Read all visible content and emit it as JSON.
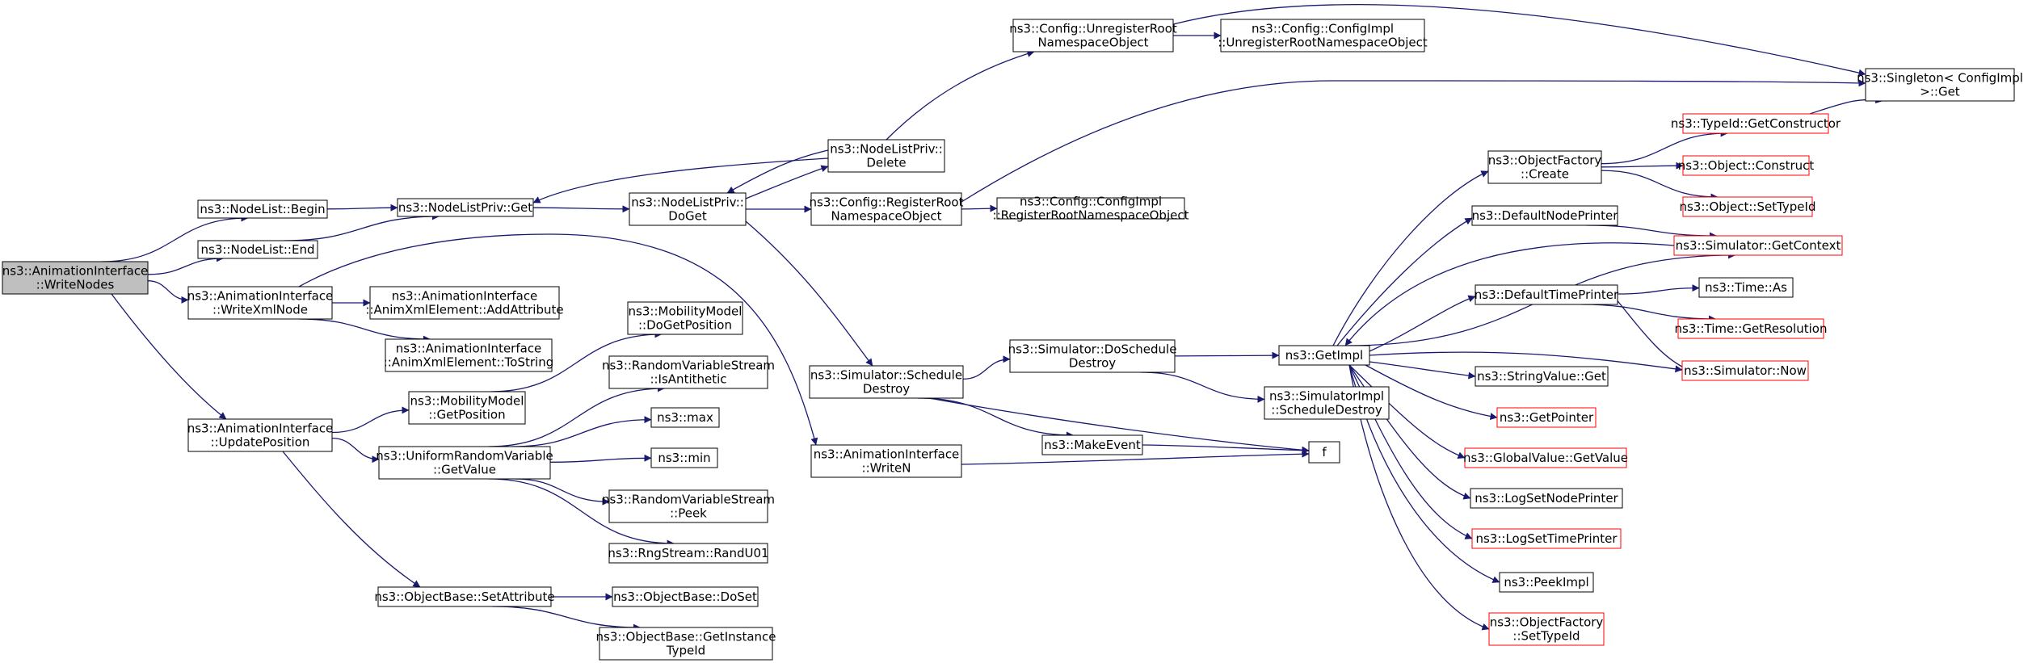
{
  "colors": {
    "edge": "#191970",
    "node_border": "#000000",
    "node_border_truncated": "#ff0000",
    "node_fill": "#ffffff",
    "root_fill": "#bfbfbf"
  },
  "nodes": {
    "root": {
      "lines": [
        "ns3::AnimationInterface",
        "::WriteNodes"
      ]
    },
    "nlBegin": {
      "lines": [
        "ns3::NodeList::Begin"
      ]
    },
    "nlEnd": {
      "lines": [
        "ns3::NodeList::End"
      ]
    },
    "nlpGet": {
      "lines": [
        "ns3::NodeListPriv::Get"
      ]
    },
    "nlpDoGet": {
      "lines": [
        "ns3::NodeListPriv::",
        "DoGet"
      ]
    },
    "nlpDelete": {
      "lines": [
        "ns3::NodeListPriv::",
        "Delete"
      ]
    },
    "cfgUnreg": {
      "lines": [
        "ns3::Config::UnregisterRoot",
        "NamespaceObject"
      ]
    },
    "cfgImplUnreg": {
      "lines": [
        "ns3::Config::ConfigImpl",
        "::UnregisterRootNamespaceObject"
      ]
    },
    "cfgReg": {
      "lines": [
        "ns3::Config::RegisterRoot",
        "NamespaceObject"
      ]
    },
    "cfgImplReg": {
      "lines": [
        "ns3::Config::ConfigImpl",
        "::RegisterRootNamespaceObject"
      ]
    },
    "singleton": {
      "lines": [
        "ns3::Singleton< ConfigImpl",
        " >::Get"
      ]
    },
    "writeXml": {
      "lines": [
        "ns3::AnimationInterface",
        "::WriteXmlNode"
      ]
    },
    "addAttr": {
      "lines": [
        "ns3::AnimationInterface",
        "::AnimXmlElement::AddAttribute"
      ]
    },
    "toString": {
      "lines": [
        "ns3::AnimationInterface",
        "::AnimXmlElement::ToString"
      ]
    },
    "updatePos": {
      "lines": [
        "ns3::AnimationInterface",
        "::UpdatePosition"
      ]
    },
    "mmGetPos": {
      "lines": [
        "ns3::MobilityModel",
        "::GetPosition"
      ]
    },
    "mmDoGetPos": {
      "lines": [
        "ns3::MobilityModel",
        "::DoGetPosition"
      ]
    },
    "urvGetValue": {
      "lines": [
        "ns3::UniformRandomVariable",
        "::GetValue"
      ]
    },
    "isAnti": {
      "lines": [
        "ns3::RandomVariableStream",
        "::IsAntithetic"
      ]
    },
    "max": {
      "lines": [
        "ns3::max"
      ]
    },
    "min": {
      "lines": [
        "ns3::min"
      ]
    },
    "peek": {
      "lines": [
        "ns3::RandomVariableStream",
        "::Peek"
      ]
    },
    "randU01": {
      "lines": [
        "ns3::RngStream::RandU01"
      ]
    },
    "setAttr": {
      "lines": [
        "ns3::ObjectBase::SetAttribute"
      ]
    },
    "doSet": {
      "lines": [
        "ns3::ObjectBase::DoSet"
      ]
    },
    "getInstTypeId": {
      "lines": [
        "ns3::ObjectBase::GetInstance",
        "TypeId"
      ]
    },
    "schedDestroy": {
      "lines": [
        "ns3::Simulator::Schedule",
        "Destroy"
      ]
    },
    "doSchedDestroy": {
      "lines": [
        "ns3::Simulator::DoSchedule",
        "Destroy"
      ]
    },
    "implSchedDestroy": {
      "lines": [
        "ns3::SimulatorImpl",
        "::ScheduleDestroy"
      ]
    },
    "makeEvent": {
      "lines": [
        "ns3::MakeEvent"
      ]
    },
    "writeN": {
      "lines": [
        "ns3::AnimationInterface",
        "::WriteN"
      ]
    },
    "f": {
      "lines": [
        "f"
      ]
    },
    "getImpl": {
      "lines": [
        "ns3::GetImpl"
      ]
    },
    "ofCreate": {
      "lines": [
        "ns3::ObjectFactory",
        "::Create"
      ]
    },
    "getCtor": {
      "lines": [
        "ns3::TypeId::GetConstructor"
      ]
    },
    "construct": {
      "lines": [
        "ns3::Object::Construct"
      ]
    },
    "setTypeId": {
      "lines": [
        "ns3::Object::SetTypeId"
      ]
    },
    "defNodePrinter": {
      "lines": [
        "ns3::DefaultNodePrinter"
      ]
    },
    "getContext": {
      "lines": [
        "ns3::Simulator::GetContext"
      ]
    },
    "defTimePrinter": {
      "lines": [
        "ns3::DefaultTimePrinter"
      ]
    },
    "timeAs": {
      "lines": [
        "ns3::Time::As"
      ]
    },
    "getRes": {
      "lines": [
        "ns3::Time::GetResolution"
      ]
    },
    "now": {
      "lines": [
        "ns3::Simulator::Now"
      ]
    },
    "strGet": {
      "lines": [
        "ns3::StringValue::Get"
      ]
    },
    "getPointer": {
      "lines": [
        "ns3::GetPointer"
      ]
    },
    "gvGetValue": {
      "lines": [
        "ns3::GlobalValue::GetValue"
      ]
    },
    "logNode": {
      "lines": [
        "ns3::LogSetNodePrinter"
      ]
    },
    "logTime": {
      "lines": [
        "ns3::LogSetTimePrinter"
      ]
    },
    "peekImpl": {
      "lines": [
        "ns3::PeekImpl"
      ]
    },
    "ofSetTypeId": {
      "lines": [
        "ns3::ObjectFactory",
        "::SetTypeId"
      ]
    }
  },
  "truncated_nodes": [
    "getCtor",
    "construct",
    "setTypeId",
    "getContext",
    "getRes",
    "now",
    "getPointer",
    "gvGetValue",
    "logTime",
    "ofSetTypeId"
  ],
  "edges": [
    [
      "root",
      "nlBegin"
    ],
    [
      "root",
      "nlEnd"
    ],
    [
      "root",
      "writeXml"
    ],
    [
      "root",
      "updatePos"
    ],
    [
      "nlBegin",
      "nlpGet"
    ],
    [
      "nlEnd",
      "nlpGet"
    ],
    [
      "nlpGet",
      "nlpDoGet"
    ],
    [
      "nlpDoGet",
      "nlpDelete"
    ],
    [
      "nlpDoGet",
      "cfgReg"
    ],
    [
      "nlpDoGet",
      "schedDestroy"
    ],
    [
      "nlpDelete",
      "nlpGet"
    ],
    [
      "nlpDelete",
      "nlpDoGet"
    ],
    [
      "nlpDelete",
      "cfgUnreg"
    ],
    [
      "cfgUnreg",
      "cfgImplUnreg"
    ],
    [
      "cfgUnreg",
      "singleton"
    ],
    [
      "cfgReg",
      "cfgImplReg"
    ],
    [
      "cfgReg",
      "singleton"
    ],
    [
      "writeXml",
      "addAttr"
    ],
    [
      "writeXml",
      "toString"
    ],
    [
      "writeXml",
      "writeN"
    ],
    [
      "updatePos",
      "mmGetPos"
    ],
    [
      "updatePos",
      "urvGetValue"
    ],
    [
      "updatePos",
      "setAttr"
    ],
    [
      "mmGetPos",
      "mmDoGetPos"
    ],
    [
      "urvGetValue",
      "isAnti"
    ],
    [
      "urvGetValue",
      "max"
    ],
    [
      "urvGetValue",
      "min"
    ],
    [
      "urvGetValue",
      "peek"
    ],
    [
      "urvGetValue",
      "randU01"
    ],
    [
      "setAttr",
      "doSet"
    ],
    [
      "setAttr",
      "getInstTypeId"
    ],
    [
      "schedDestroy",
      "doSchedDestroy"
    ],
    [
      "schedDestroy",
      "makeEvent"
    ],
    [
      "schedDestroy",
      "f"
    ],
    [
      "doSchedDestroy",
      "getImpl"
    ],
    [
      "doSchedDestroy",
      "implSchedDestroy"
    ],
    [
      "makeEvent",
      "f"
    ],
    [
      "writeN",
      "f"
    ],
    [
      "getImpl",
      "ofCreate"
    ],
    [
      "getImpl",
      "defNodePrinter"
    ],
    [
      "getImpl",
      "getContext"
    ],
    [
      "getImpl",
      "defTimePrinter"
    ],
    [
      "getImpl",
      "now"
    ],
    [
      "getImpl",
      "strGet"
    ],
    [
      "getImpl",
      "getPointer"
    ],
    [
      "getImpl",
      "gvGetValue"
    ],
    [
      "getImpl",
      "logNode"
    ],
    [
      "getImpl",
      "logTime"
    ],
    [
      "getImpl",
      "peekImpl"
    ],
    [
      "getImpl",
      "ofSetTypeId"
    ],
    [
      "ofCreate",
      "getCtor"
    ],
    [
      "ofCreate",
      "construct"
    ],
    [
      "ofCreate",
      "setTypeId"
    ],
    [
      "getCtor",
      "singleton"
    ],
    [
      "defNodePrinter",
      "getContext"
    ],
    [
      "getContext",
      "getImpl"
    ],
    [
      "defTimePrinter",
      "timeAs"
    ],
    [
      "defTimePrinter",
      "getRes"
    ],
    [
      "defTimePrinter",
      "now"
    ]
  ]
}
